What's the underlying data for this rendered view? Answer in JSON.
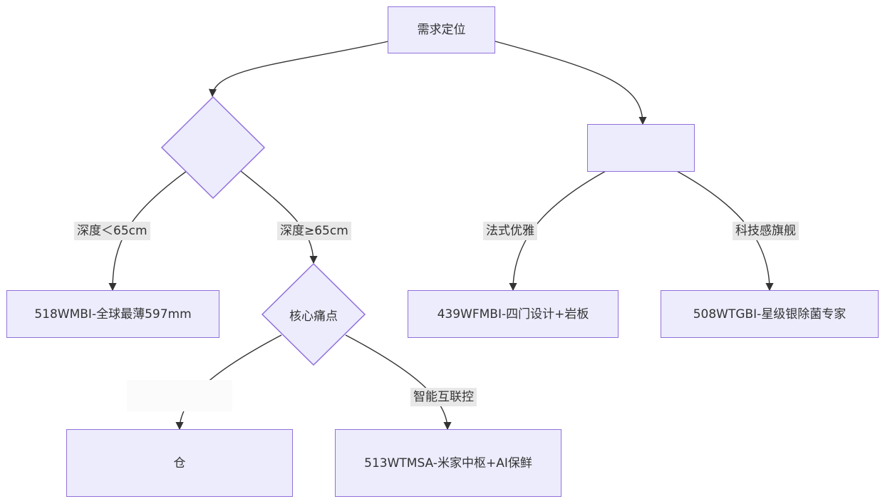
{
  "nodes": {
    "root": "需求定位",
    "decision_left": "",
    "decision_right": "",
    "pain_point": "核心痛点",
    "slim": "518WMBI-全球最薄597mm",
    "stone": "439WFMBI-四门设计+岩板",
    "sterilize": "508WTGBI-星级银除菌专家",
    "storage": "仓",
    "smart": "513WTMSA-米家中枢+AI保鲜"
  },
  "edges": {
    "depth_lt": "深度＜65cm",
    "depth_ge": "深度≥65cm",
    "french": "法式优雅",
    "tech": "科技感旗舰",
    "smart_link": "智能互联控",
    "storage_link": ""
  },
  "colors": {
    "node_fill": "#ececfd",
    "node_stroke": "#9370db",
    "edge": "#333333",
    "label_bg": "#e8e8e8"
  }
}
